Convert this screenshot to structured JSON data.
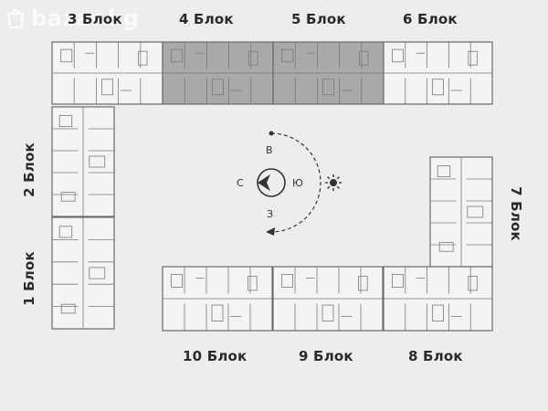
{
  "watermark": {
    "text": "bazar.kg"
  },
  "blocks": {
    "b1": "1 Блок",
    "b2": "2 Блок",
    "b3": "3 Блок",
    "b4": "4 Блок",
    "b5": "5 Блок",
    "b6": "6 Блок",
    "b7": "7 Блок",
    "b8": "8 Блок",
    "b9": "9 Блок",
    "b10": "10 Блок"
  },
  "highlighted_blocks": [
    "4 Блок",
    "5 Блок"
  ],
  "compass": {
    "north": "С",
    "east": "В",
    "south": "Ю",
    "west": "З",
    "sun_icon": "sun-icon"
  },
  "colors": {
    "background": "#ededed",
    "plan_fill": "#f4f4f4",
    "plan_line": "#6a6a6a",
    "highlight": "#a9a9a9"
  }
}
